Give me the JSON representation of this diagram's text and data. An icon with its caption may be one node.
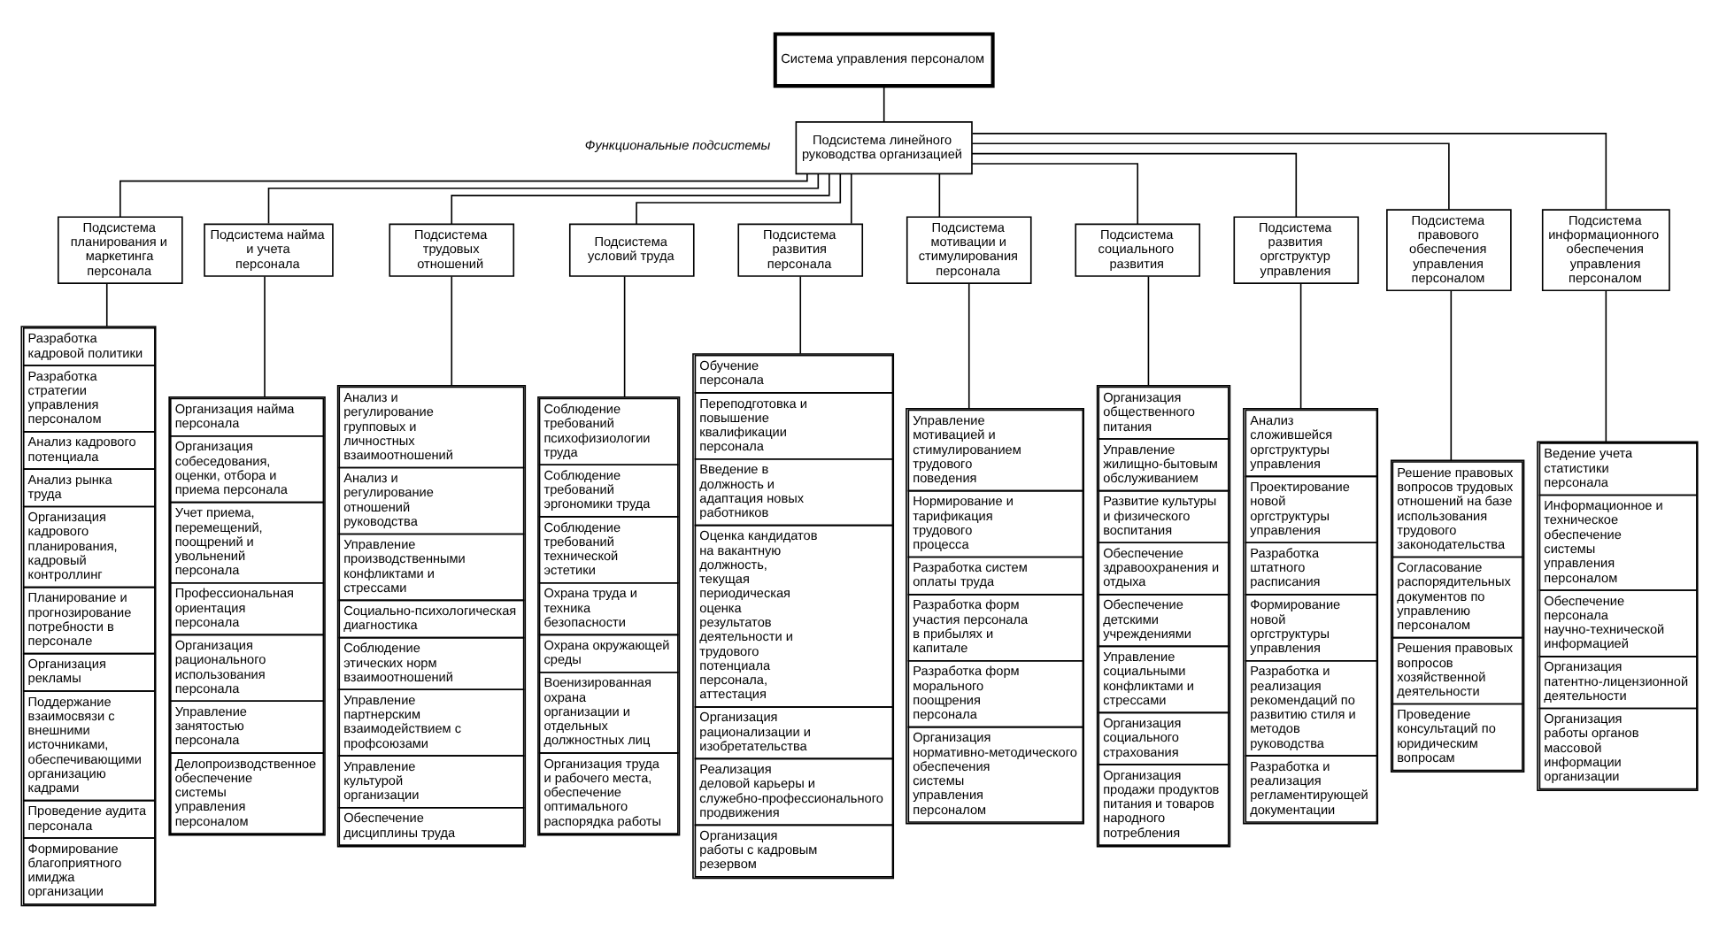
{
  "diagram": {
    "nodes": [
      {
        "text": [
          "Система управления персоналом"
        ]
      },
      {
        "text": [
          "Подсистема линейного руководства организацией"
        ]
      },
      {
        "text": [
          "Подсистема планирования и маркетинга персонала"
        ]
      },
      {
        "text": [
          "Подсистема найма и учета персонала"
        ]
      },
      {
        "text": [
          "Подсистема трудовых отношений"
        ]
      },
      {
        "text": [
          "Подсистема условий труда"
        ]
      },
      {
        "text": [
          "Подсистема развития персонала"
        ]
      },
      {
        "text": [
          "Подсистема мотивации и стимулирования персонала"
        ]
      },
      {
        "text": [
          "Подсистема социального развития"
        ]
      },
      {
        "text": [
          "Подсистема развития оргструктур управления"
        ]
      },
      {
        "text": [
          "Подсистема правового обеспечения управления персоналом"
        ]
      },
      {
        "text": [
          "Подсистема информационного обеспечения управления персоналом"
        ]
      },
      {
        "text": [
          "Разработка кадровой политики",
          "Разработка стратегии управления персоналом",
          "Анализ кадрового потенциала",
          "Анализ рынка труда",
          "Организация кадрового планирования, кадровый контроллинг",
          "Планирование и прогнозирование потребности в персонале",
          "Организация рекламы",
          "Поддержание взаимосвязи с внешними источниками, обеспечивающими организацию кадрами",
          "Проведение аудита персонала",
          "Формирование благоприятного имиджа организации"
        ]
      },
      {
        "text": [
          "Организация найма персонала",
          "Организация собеседования, оценки, отбора и приема персонала",
          "Учет приема, перемещений, поощрений и увольнений персонала",
          "Профессиональная ориентация персонала",
          "Организация рационального использования персонала",
          "Управление занятостью персонала",
          "Делопроизводственное обеспечение системы управления персоналом"
        ]
      },
      {
        "text": [
          "Анализ и регулирование групповых и личностных взаимоотношений",
          "Анализ и регулирование отношений руководства",
          "Управление производственными конфликтами и стрессами",
          "Социально-психологическая диагностика",
          "Соблюдение этических норм взаимоотношений",
          "Управление партнерским взаимодействием с профсоюзами",
          "Управление культурой организации",
          "Обеспечение дисциплины труда"
        ]
      },
      {
        "text": [
          "Соблюдение требований психофизиологии труда",
          "Соблюдение требований эргономики труда",
          "Соблюдение требований технической эстетики",
          "Охрана труда и техника безопасности",
          "Охрана окружающей среды",
          "Военизированная охрана организации и отдельных должностных лиц",
          "Организация труда и рабочего места, обеспечение оптимального распорядка работы"
        ]
      },
      {
        "text": [
          "Обучение персонала",
          "Переподготовка и повышение квалификации персонала",
          "Введение в должность и адаптация новых работников",
          "Оценка кандидатов на вакантную должность, текущая периодическая оценка результатов деятельности и трудового потенциала персонала, аттестация",
          "Организация рационализации и изобретательства",
          "Реализация деловой карьеры и служебно-профессионального продвижения",
          "Организация работы с кадровым резервом"
        ]
      },
      {
        "text": [
          "Управление мотивацией и стимулированием трудового поведения",
          "Нормирование и тарификация трудового процесса",
          "Разработка систем оплаты труда",
          "Разработка форм участия персонала в прибылях и капитале",
          "Разработка форм морального поощрения персонала",
          "Организация нормативно-методического обеспечения системы управления персоналом"
        ]
      },
      {
        "text": [
          "Организация общественного питания",
          "Управление жилищно-бытовым обслуживанием",
          "Развитие культуры и физического воспитания",
          "Обеспечение здравоохранения и отдыха",
          "Обеспечение детскими учреждениями",
          "Управление социальными конфликтами и стрессами",
          "Организация социального страхования",
          "Организация продажи продуктов питания и товаров народного потребления"
        ]
      },
      {
        "text": [
          "Анализ сложившейся оргструктуры управления",
          "Проектирование новой оргструктуры управления",
          "Разработка штатного расписания",
          "Формирование новой оргструктуры управления",
          "Разработка и реализация рекомендаций по развитию стиля и методов руководства",
          "Разработка и реализация регламентирующей документации"
        ]
      },
      {
        "text": [
          "Решение правовых вопросов трудовых отношений на базе использования трудового законодательства",
          "Согласование распорядительных документов по управлению персоналом",
          "Решения правовых вопросов хозяйственной деятельности",
          "Проведение консультаций по юридическим вопросам"
        ]
      },
      {
        "text": [
          "Ведение учета статистики персонала",
          "Информационное и техническое обеспечение системы управления персоналом",
          "Обеспечение персонала научно-технической информацией",
          "Организация патентно-лицензионной деятельности",
          "Организация работы органов массовой информации организации"
        ]
      }
    ],
    "edges": [
      {
        "from": 0,
        "to": 1,
        "arrow": "none"
      },
      {
        "from": 1,
        "to": 2,
        "arrow": "none"
      },
      {
        "from": 1,
        "to": 3,
        "arrow": "none"
      },
      {
        "from": 1,
        "to": 4,
        "arrow": "none"
      },
      {
        "from": 1,
        "to": 5,
        "arrow": "none"
      },
      {
        "from": 1,
        "to": 6,
        "arrow": "none"
      },
      {
        "from": 1,
        "to": 7,
        "arrow": "none"
      },
      {
        "from": 1,
        "to": 8,
        "arrow": "none"
      },
      {
        "from": 1,
        "to": 9,
        "arrow": "none"
      },
      {
        "from": 1,
        "to": 10,
        "arrow": "none"
      },
      {
        "from": 1,
        "to": 11,
        "arrow": "none"
      },
      {
        "from": 2,
        "to": 12,
        "arrow": "none"
      },
      {
        "from": 3,
        "to": 13,
        "arrow": "none"
      },
      {
        "from": 4,
        "to": 14,
        "arrow": "none"
      },
      {
        "from": 5,
        "to": 15,
        "arrow": "none"
      },
      {
        "from": 6,
        "to": 16,
        "arrow": "none"
      },
      {
        "from": 7,
        "to": 17,
        "arrow": "none"
      },
      {
        "from": 8,
        "to": 18,
        "arrow": "none"
      },
      {
        "from": 9,
        "to": 19,
        "arrow": "none"
      },
      {
        "from": 10,
        "to": 20,
        "arrow": "none"
      },
      {
        "from": 11,
        "to": 21,
        "arrow": "none"
      }
    ],
    "labels": [
      "Функциональные подсистемы"
    ]
  }
}
